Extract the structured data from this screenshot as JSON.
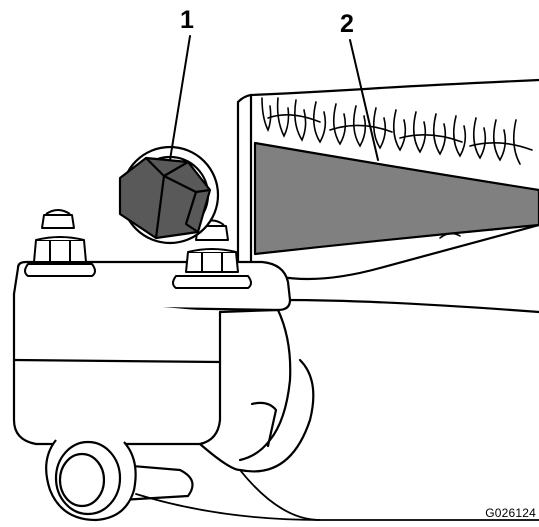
{
  "callouts": [
    {
      "number": "1"
    },
    {
      "number": "2"
    }
  ],
  "figure_id": "G026124",
  "colors": {
    "outline": "#000000",
    "gray_fill": "#808080",
    "dark_fill": "#595959",
    "background": "#ffffff"
  }
}
